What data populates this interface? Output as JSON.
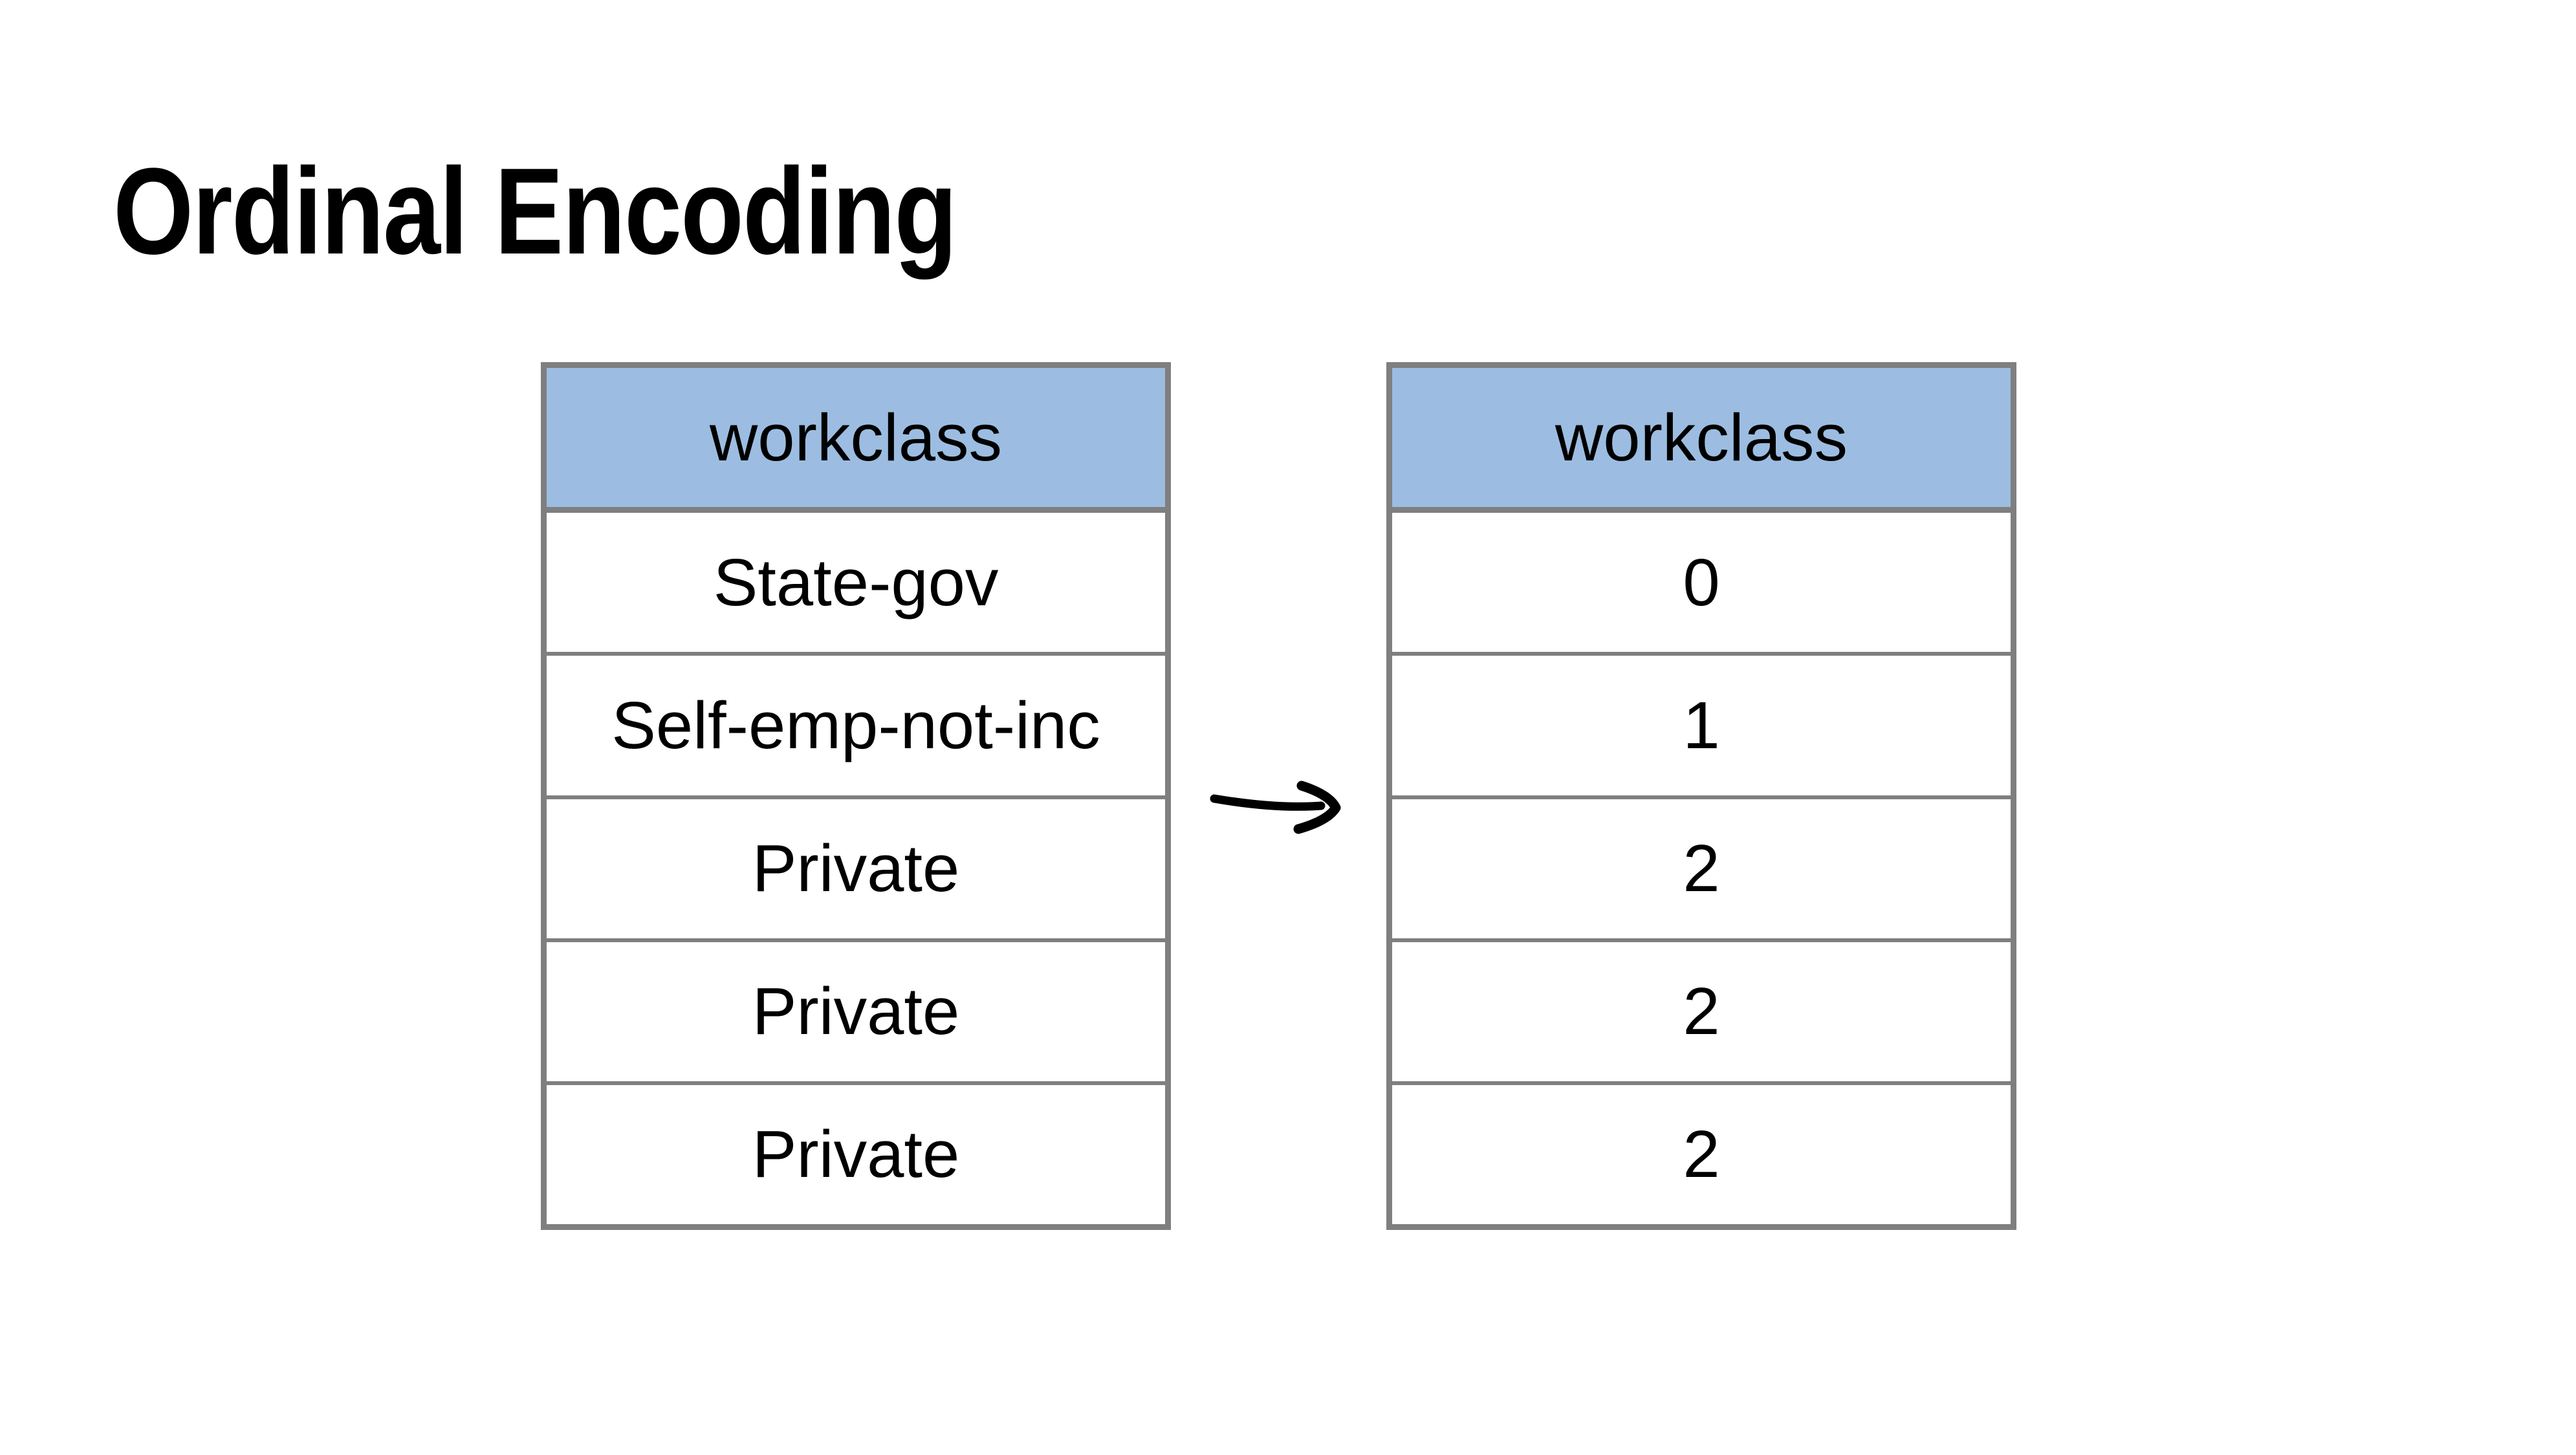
{
  "slide": {
    "title": "Ordinal Encoding"
  },
  "left_table": {
    "header": "workclass",
    "rows": [
      "State-gov",
      "Self-emp-not-inc",
      "Private",
      "Private",
      "Private"
    ]
  },
  "right_table": {
    "header": "workclass",
    "rows": [
      "0",
      "1",
      "2",
      "2",
      "2"
    ]
  },
  "arrow": {
    "icon": "right-arrow-icon"
  },
  "colors": {
    "background": "#FFFFFF",
    "header_fill": "#9CBDE1",
    "table_border": "#7F7F7F",
    "text": "#000000"
  }
}
